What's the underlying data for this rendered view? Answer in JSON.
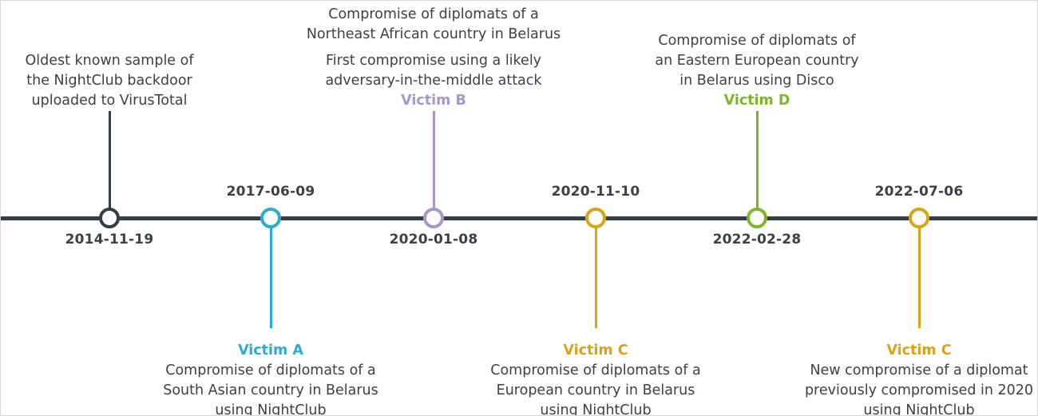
{
  "figure": {
    "type": "timeline",
    "orientation": "horizontal",
    "axis_color": "#343d46",
    "background": "#ffffff",
    "text_color": "#3b4147"
  },
  "events": [
    {
      "id": "event-2014-11-19",
      "date": "2014-11-19",
      "date_position": "below",
      "caption_position": "above",
      "color": "#343d46",
      "victim": "",
      "lines": [
        "Oldest known sample of",
        "the NightClub backdoor",
        "uploaded to VirusTotal"
      ]
    },
    {
      "id": "event-2017-06-09",
      "date": "2017-06-09",
      "date_position": "above",
      "caption_position": "below",
      "color": "#29abd4",
      "victim": "Victim A",
      "lines": [
        "Compromise of diplomats of a",
        "South Asian country in Belarus",
        "using NightClub"
      ]
    },
    {
      "id": "event-2020-01-08",
      "date": "2020-01-08",
      "date_position": "below",
      "caption_position": "above",
      "color": "#a996c8",
      "victim": "Victim B",
      "lines": [
        "Compromise of diplomats of a",
        "Northeast African country in Belarus",
        "",
        "First compromise using a likely",
        "adversary-in-the-middle attack"
      ]
    },
    {
      "id": "event-2020-11-10",
      "date": "2020-11-10",
      "date_position": "above",
      "caption_position": "below",
      "color": "#d9a318",
      "victim": "Victim C",
      "lines": [
        "Compromise of diplomats of a",
        "European country in Belarus",
        "using NightClub"
      ]
    },
    {
      "id": "event-2022-02-28",
      "date": "2022-02-28",
      "date_position": "below",
      "caption_position": "above",
      "color": "#7db52b",
      "victim": "Victim D",
      "lines": [
        "Compromise of diplomats of",
        "an Eastern European country",
        "in Belarus using Disco"
      ]
    },
    {
      "id": "event-2022-07-06",
      "date": "2022-07-06",
      "date_position": "above",
      "caption_position": "below",
      "color": "#d9a318",
      "victim": "Victim C",
      "lines": [
        "New compromise of a diplomat",
        "previously compromised in 2020",
        "using NightClub"
      ]
    }
  ]
}
